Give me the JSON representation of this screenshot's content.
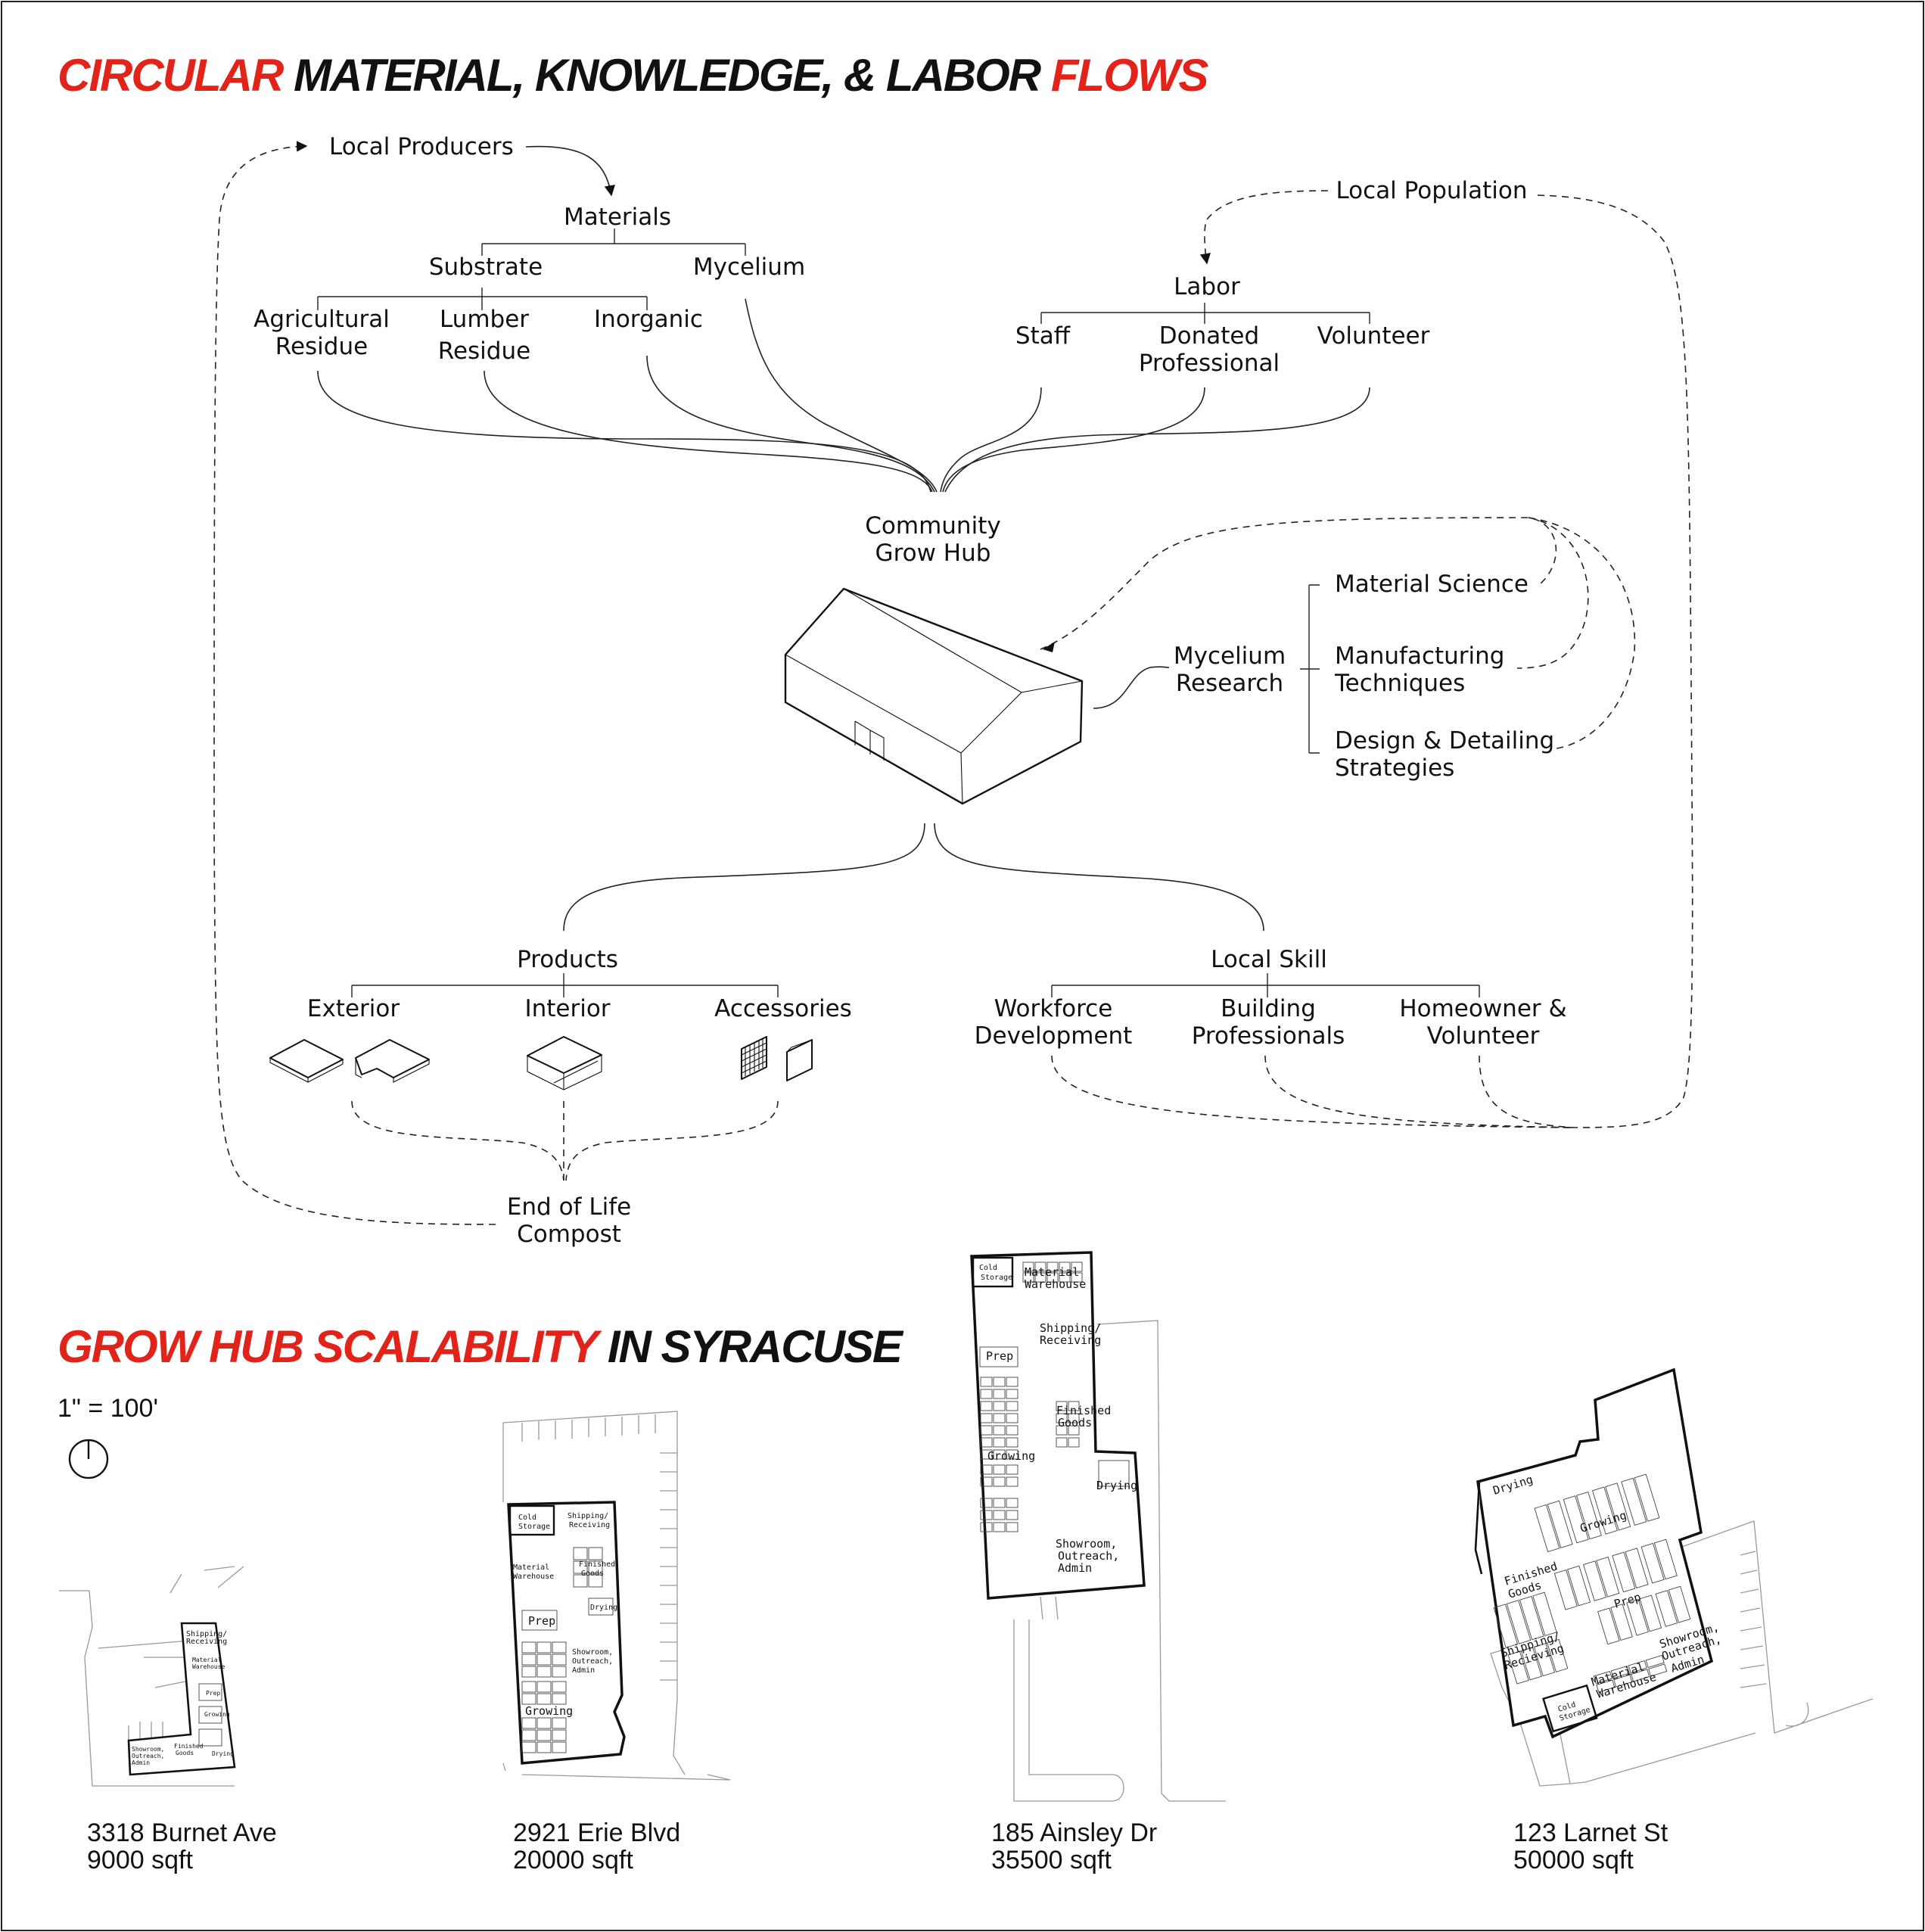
{
  "colors": {
    "accent": "#e2231a",
    "ink": "#111111",
    "context": "#999999"
  },
  "headings": {
    "flows": {
      "red1": "CIRCULAR",
      "black1": " MATERIAL, KNOWLEDGE, & LABOR ",
      "red2": "FLOWS"
    },
    "scalability": {
      "red1": "GROW HUB SCALABILITY",
      "black1": " IN SYRACUSE"
    }
  },
  "flow": {
    "local_producers": "Local Producers",
    "materials": "Materials",
    "substrate": "Substrate",
    "mycelium": "Mycelium",
    "agricultural_residue": [
      "Agricultural",
      "Residue"
    ],
    "lumber_residue": [
      "Lumber",
      "Residue"
    ],
    "inorganic": "Inorganic",
    "local_population": "Local Population",
    "labor": "Labor",
    "staff": "Staff",
    "donated_professional": [
      "Donated",
      "Professional"
    ],
    "volunteer": "Volunteer",
    "community_grow_hub": [
      "Community",
      "Grow Hub"
    ],
    "mycelium_research": [
      "Mycelium",
      "Research"
    ],
    "material_science": "Material Science",
    "manufacturing_techniques": [
      "Manufacturing",
      "Techniques"
    ],
    "design_detailing": [
      "Design & Detailing",
      "Strategies"
    ],
    "products": "Products",
    "exterior": "Exterior",
    "interior": "Interior",
    "accessories": "Accessories",
    "local_skill": "Local Skill",
    "workforce_development": [
      "Workforce",
      "Development"
    ],
    "building_professionals": [
      "Building",
      "Professionals"
    ],
    "homeowner_volunteer": [
      "Homeowner &",
      "Volunteer"
    ],
    "end_of_life": [
      "End of Life",
      "Compost"
    ]
  },
  "scale": {
    "ratio": "1\" = 100'",
    "north_icon": "north-arrow-icon"
  },
  "rooms": {
    "cold_storage": [
      "Cold",
      "Storage"
    ],
    "shipping_receiving": [
      "Shipping/",
      "Receiving"
    ],
    "shipping_recieving": [
      "Shipping/",
      "Recieving"
    ],
    "material_warehouse": [
      "Material",
      "Warehouse"
    ],
    "finished_goods": [
      "Finished",
      "Goods"
    ],
    "prep": "Prep",
    "drying": "Drying",
    "growing": "Growing",
    "showroom": [
      "Showroom,",
      "Outreach,",
      "Admin"
    ]
  },
  "sites": [
    {
      "address": "3318 Burnet Ave",
      "area": "9000 sqft"
    },
    {
      "address": "2921 Erie Blvd",
      "area": "20000 sqft"
    },
    {
      "address": "185 Ainsley Dr",
      "area": "35500 sqft"
    },
    {
      "address": "123 Larnet St",
      "area": "50000 sqft"
    }
  ]
}
